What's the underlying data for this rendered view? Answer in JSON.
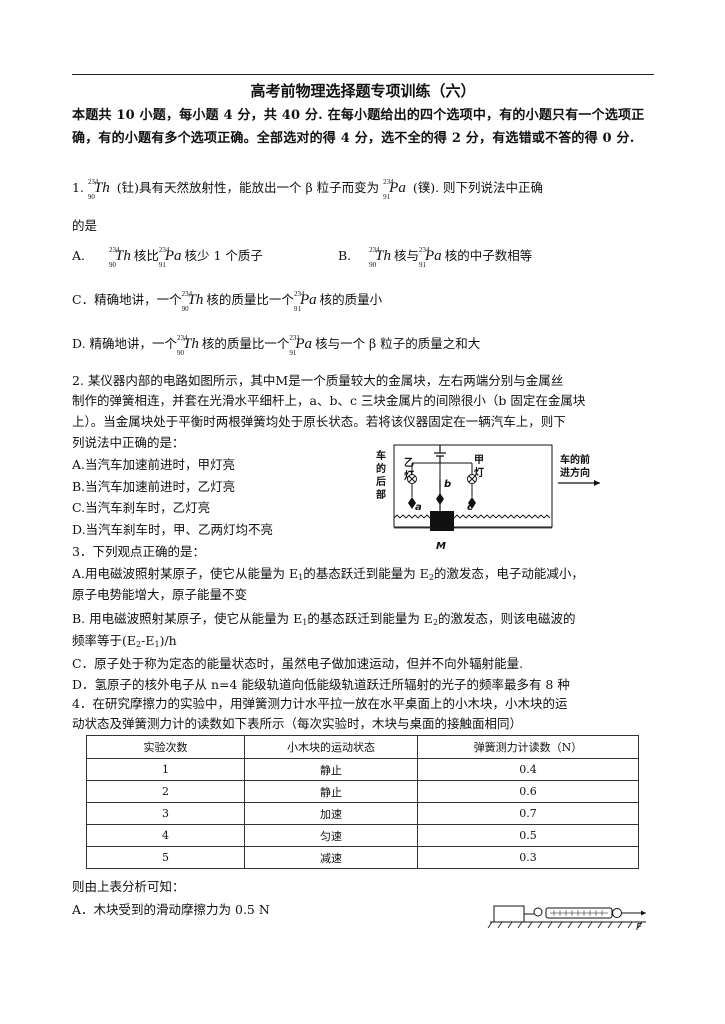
{
  "title": "高考前物理选择题专项训练（六）",
  "intro": "本题共 10 小题，每小题 4 分，共 40 分. 在每小题给出的四个选项中，有的小题只有一个选项正确，有的小题有多个选项正确。全部选对的得 4 分，选不全的得 2 分，有选错或不答的得 0 分.",
  "nuclides": {
    "th": {
      "mass": "234",
      "z": "90",
      "symbol": "Th"
    },
    "pa": {
      "mass": "234",
      "z": "91",
      "symbol": "Pa"
    },
    "pa231": {
      "mass": "231",
      "z": "91",
      "symbol": "Pa"
    }
  },
  "q1": {
    "num": "1.",
    "stem_a": "(钍)具有天然放射性，能放出一个 β 粒子而变为",
    "stem_b": "(镤). 则下列说法中正确",
    "stem_c": "的是",
    "optA_label": "A.",
    "optA_mid": "核比",
    "optA_end": "核少 1 个质子",
    "optB_label": "B.",
    "optB_mid": "核与",
    "optB_end": "核的中子数相等",
    "optC_pre": "C．精确地讲，一个",
    "optC_mid": "核的质量比一个",
    "optC_end": "核的质量小",
    "optD_pre": "D. 精确地讲，一个",
    "optD_mid": "核的质量比一个",
    "optD_end": "核与一个 β 粒子的质量之和大"
  },
  "q2": {
    "line1": "2. 某仪器内部的电路如图所示，其中M是一个质量较大的金属块，左右两端分别与金属丝",
    "line2": "制作的弹簧相连，并套在光滑水平细杆上，a、b、c 三块金属片的间隙很小（b 固定在金属块",
    "line3": "上）。当金属块处于平衡时两根弹簧均处于原长状态。若将该仪器固定在一辆汽车上，则下",
    "line4": "列说法中正确的是：",
    "optA": "A.当汽车加速前进时，甲灯亮",
    "optB": "B.当汽车加速前进时，乙灯亮",
    "optC": "C.当汽车刹车时，乙灯亮",
    "optD": "D.当汽车刹车时，甲、乙两灯均不亮",
    "fig": {
      "rear_label": [
        "车",
        "的",
        "后",
        "部"
      ],
      "front_label": [
        "车的前",
        "进方向"
      ],
      "lamp_yi": [
        "乙",
        "灯"
      ],
      "lamp_jia": [
        "甲",
        "灯"
      ],
      "a": "a",
      "b": "b",
      "c": "c",
      "M": "M"
    }
  },
  "q3": {
    "line1": "3．下列观点正确的是：",
    "optA1_pre": "A.用电磁波照射某原子，使它从能量为 E",
    "optA1_mid": "的基态跃迁到能量为 E",
    "optA1_end": "的激发态，电子动能减小，",
    "optA2": "原子电势能增大，原子能量不变",
    "optB1_pre": "B. 用电磁波照射某原子，使它从能量为 E",
    "optB1_mid": "的基态跃迁到能量为 E",
    "optB1_end": "的激发态，则该电磁波的",
    "optB2_pre": "频率等于(E",
    "optB2_mid": "-E",
    "optB2_end": ")/h",
    "optC": "C．原子处于称为定态的能量状态时，虽然电子做加速运动，但并不向外辐射能量.",
    "optD": "D．氢原子的核外电子从 n=4 能级轨道向低能级轨道跃迁所辐射的光子的频率最多有 8 种",
    "sub1": "1",
    "sub2": "2"
  },
  "q4": {
    "line1": "4．在研究摩擦力的实验中，用弹簧测力计水平拉一放在水平桌面上的小木块，小木块的运",
    "line2": "动状态及弹簧测力计的读数如下表所示（每次实验时，木块与桌面的接触面相同）",
    "table": {
      "headers": [
        "实验次数",
        "小木块的运动状态",
        "弹簧测力计读数（N）"
      ],
      "rows": [
        [
          "1",
          "静止",
          "0.4"
        ],
        [
          "2",
          "静止",
          "0.6"
        ],
        [
          "3",
          "加速",
          "0.7"
        ],
        [
          "4",
          "匀速",
          "0.5"
        ],
        [
          "5",
          "减速",
          "0.3"
        ]
      ]
    },
    "after": "则由上表分析可知：",
    "optA": "A．木块受到的滑动摩擦力为 0.5 N",
    "fig_F": "F"
  }
}
